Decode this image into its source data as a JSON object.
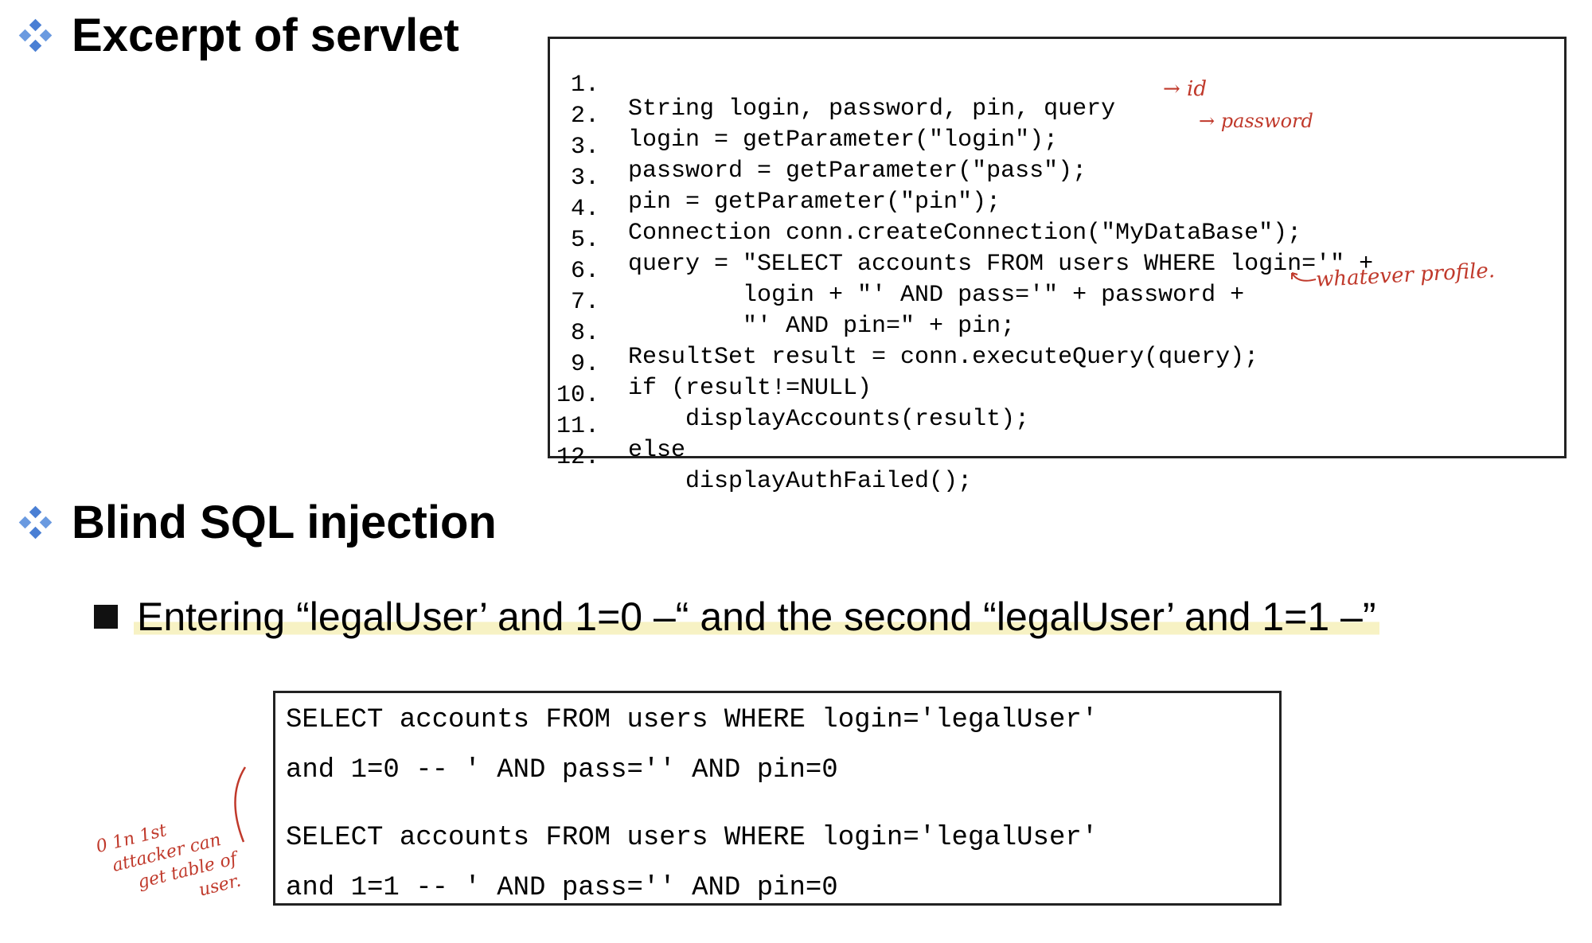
{
  "headings": {
    "servlet": "Excerpt of servlet",
    "blind": "Blind SQL injection"
  },
  "code_lines": [
    {
      "num": "1.",
      "text": "String login, password, pin, query"
    },
    {
      "num": "2.",
      "text": "login = getParameter(\"login\");"
    },
    {
      "num": "3.",
      "text": "password = getParameter(\"pass\");"
    },
    {
      "num": "3.",
      "text": "pin = getParameter(\"pin\");"
    },
    {
      "num": "4.",
      "text": "Connection conn.createConnection(\"MyDataBase\");"
    },
    {
      "num": "5.",
      "text": "query = \"SELECT accounts FROM users WHERE login='\" +"
    },
    {
      "num": "6.",
      "text": "        login + \"' AND pass='\" + password +"
    },
    {
      "num": "7.",
      "text": "        \"' AND pin=\" + pin;"
    },
    {
      "num": "8.",
      "text": "ResultSet result = conn.executeQuery(query);"
    },
    {
      "num": "9.",
      "text": "if (result!=NULL)"
    },
    {
      "num": "10.",
      "text": "    displayAccounts(result);"
    },
    {
      "num": "11.",
      "text": "else"
    },
    {
      "num": "12.",
      "text": "    displayAuthFailed();"
    }
  ],
  "bullet": "Entering “legalUser’ and 1=0 –“ and the second “legalUser’ and 1=1 –”",
  "queries": [
    "SELECT accounts FROM users WHERE login='legalUser'",
    "and 1=0 -- ' AND pass='' AND pin=0",
    "SELECT accounts FROM users WHERE login='legalUser'",
    "and 1=1 -- ' AND pass='' AND pin=0"
  ],
  "annotations": {
    "line2": "→ id",
    "line3": "→ password",
    "line7": "whatever profile.",
    "margin": [
      "0 1n 1st",
      "attacker can",
      "get table of",
      "user."
    ]
  },
  "colors": {
    "diamond": "#4a7fd4",
    "highlight": "#f7f2c4",
    "annotation": "#c0392b"
  }
}
